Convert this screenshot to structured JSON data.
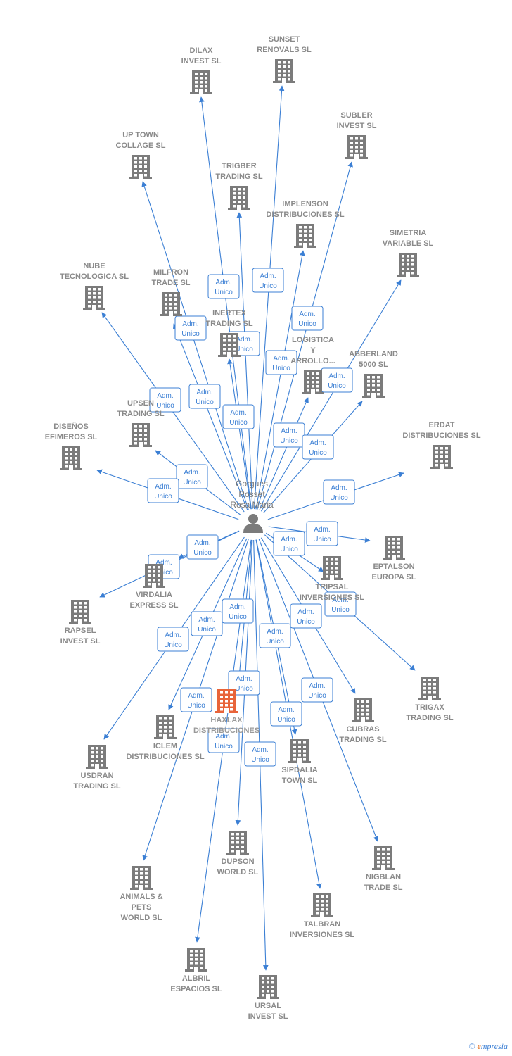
{
  "center": {
    "name_lines": [
      "Gorgues",
      "Rosset",
      "Rosa Maria"
    ],
    "icon": "person-icon"
  },
  "colors": {
    "edge": "#3b7fd4",
    "building": "#7b7b7b",
    "highlight": "#e8643a",
    "text": "#8a8a8a"
  },
  "relation_label": [
    "Adm.",
    "Unico"
  ],
  "companies": [
    {
      "id": "dilax",
      "lines": [
        "DILAX",
        "INVEST SL"
      ]
    },
    {
      "id": "sunset",
      "lines": [
        "SUNSET",
        "RENOVALS SL"
      ]
    },
    {
      "id": "subler",
      "lines": [
        "SUBLER",
        "INVEST SL"
      ]
    },
    {
      "id": "uptown",
      "lines": [
        "UP TOWN",
        "COLLAGE SL"
      ]
    },
    {
      "id": "trigber",
      "lines": [
        "TRIGBER",
        "TRADING SL"
      ]
    },
    {
      "id": "implenson",
      "lines": [
        "IMPLENSON",
        "DISTRIBUCIONES SL"
      ]
    },
    {
      "id": "simetria",
      "lines": [
        "SIMETRIA",
        "VARIABLE SL"
      ]
    },
    {
      "id": "nube",
      "lines": [
        "NUBE",
        "TECNOLOGICA SL"
      ]
    },
    {
      "id": "milfron",
      "lines": [
        "MILFRON",
        "TRADE SL"
      ]
    },
    {
      "id": "inertex",
      "lines": [
        "INERTEX",
        "TRADING SL"
      ]
    },
    {
      "id": "logistica",
      "lines": [
        "LOGISTICA",
        "Y",
        "ARROLLO..."
      ]
    },
    {
      "id": "abberland",
      "lines": [
        "ABBERLAND",
        "5000 SL"
      ]
    },
    {
      "id": "upsen",
      "lines": [
        "UPSEN",
        "TRADING SL"
      ]
    },
    {
      "id": "disenos",
      "lines": [
        "DISEÑOS",
        "EFIMEROS SL"
      ]
    },
    {
      "id": "erdat",
      "lines": [
        "ERDAT",
        "DISTRIBUCIONES SL"
      ]
    },
    {
      "id": "eptalson",
      "lines": [
        "EPTALSON",
        "EUROPA SL"
      ]
    },
    {
      "id": "virdalia",
      "lines": [
        "VIRDALIA",
        "EXPRESS SL"
      ]
    },
    {
      "id": "tripsal",
      "lines": [
        "TRIPSAL",
        "INVERSIONES SL"
      ]
    },
    {
      "id": "rapsel",
      "lines": [
        "RAPSEL",
        "INVEST SL"
      ]
    },
    {
      "id": "trigax",
      "lines": [
        "TRIGAX",
        "TRADING SL"
      ]
    },
    {
      "id": "haxlax",
      "lines": [
        "HAXLAX",
        "DISTRIBUCIONES"
      ],
      "highlight": true
    },
    {
      "id": "cubras",
      "lines": [
        "CUBRAS",
        "TRADING SL"
      ]
    },
    {
      "id": "iclem",
      "lines": [
        "ICLEM",
        "DISTRIBUCIONES SL"
      ]
    },
    {
      "id": "usdran",
      "lines": [
        "USDRAN",
        "TRADING SL"
      ]
    },
    {
      "id": "sipdalia",
      "lines": [
        "SIPDALIA",
        "TOWN SL"
      ]
    },
    {
      "id": "dupson",
      "lines": [
        "DUPSON",
        "WORLD SL"
      ]
    },
    {
      "id": "nigblan",
      "lines": [
        "NIGBLAN",
        "TRADE SL"
      ]
    },
    {
      "id": "animals",
      "lines": [
        "ANIMALS &",
        "PETS",
        "WORLD SL"
      ]
    },
    {
      "id": "talbran",
      "lines": [
        "TALBRAN",
        "INVERSIONES SL"
      ]
    },
    {
      "id": "albril",
      "lines": [
        "ALBRIL",
        "ESPACIOS SL"
      ]
    },
    {
      "id": "ursal",
      "lines": [
        "URSAL",
        "INVEST SL"
      ]
    }
  ],
  "footer": {
    "copyright": "©",
    "brand_e": "e",
    "brand_rest": "mpresia"
  }
}
